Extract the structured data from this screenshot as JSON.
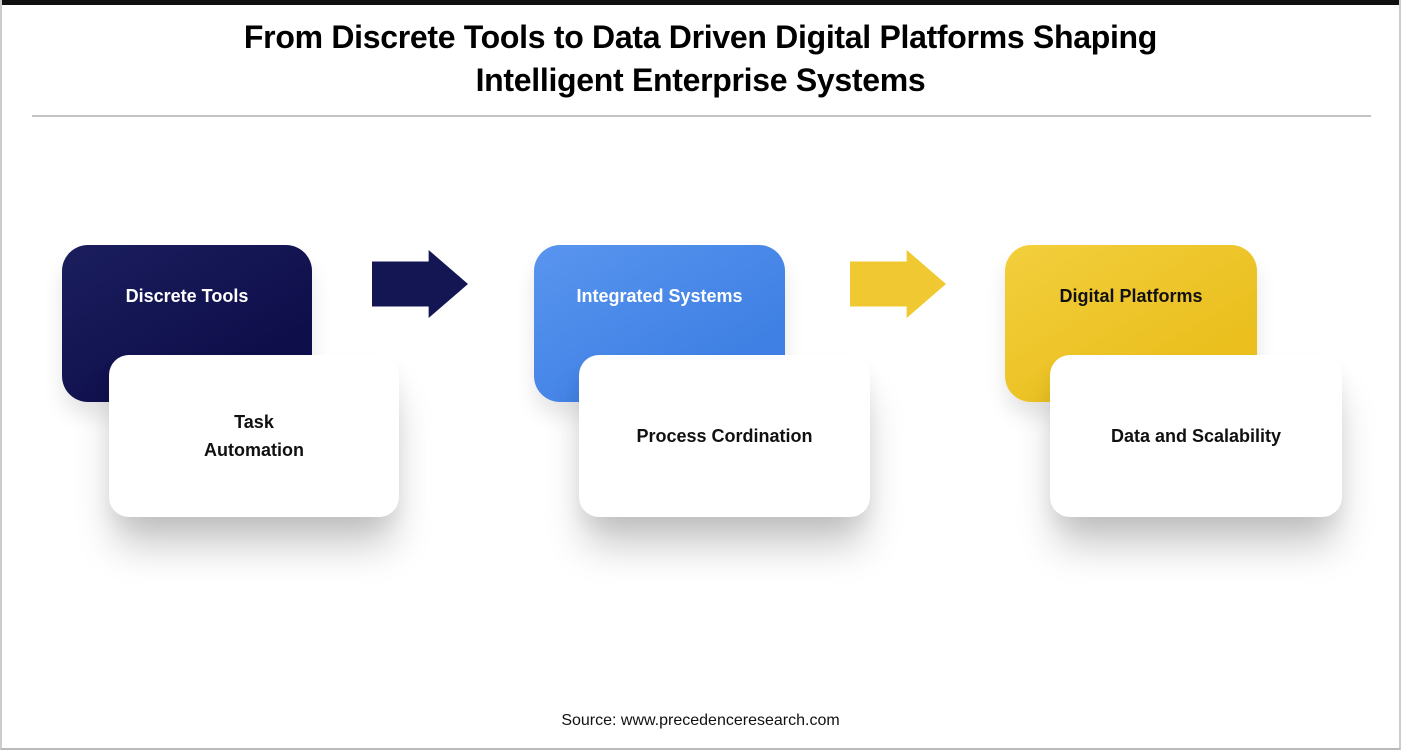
{
  "header": {
    "title_line1": "From Discrete Tools to Data Driven Digital Platforms Shaping",
    "title_line2": "Intelligent Enterprise Systems"
  },
  "diagram": {
    "stages": [
      {
        "label": "Discrete Tools",
        "card_lines": [
          "Task",
          "Automation"
        ],
        "box_color": "#11114E",
        "label_color": "#FFFFFF"
      },
      {
        "label": "Integrated Systems",
        "card_lines": [
          "Process Cordination"
        ],
        "box_color": "#4A8BE8",
        "label_color": "#FFFFFF"
      },
      {
        "label": "Digital Platforms",
        "card_lines": [
          "Data and Scalability"
        ],
        "box_color": "#EFC72C",
        "label_color": "#111111"
      }
    ],
    "arrows": [
      {
        "direction": "right",
        "color": "#141654"
      },
      {
        "direction": "right",
        "color": "#F0C832"
      }
    ],
    "card_bg_color": "#FFFFFF",
    "divider_color": "#C3C3C3"
  },
  "footer": {
    "source": "Source: www.precedenceresearch.com"
  }
}
